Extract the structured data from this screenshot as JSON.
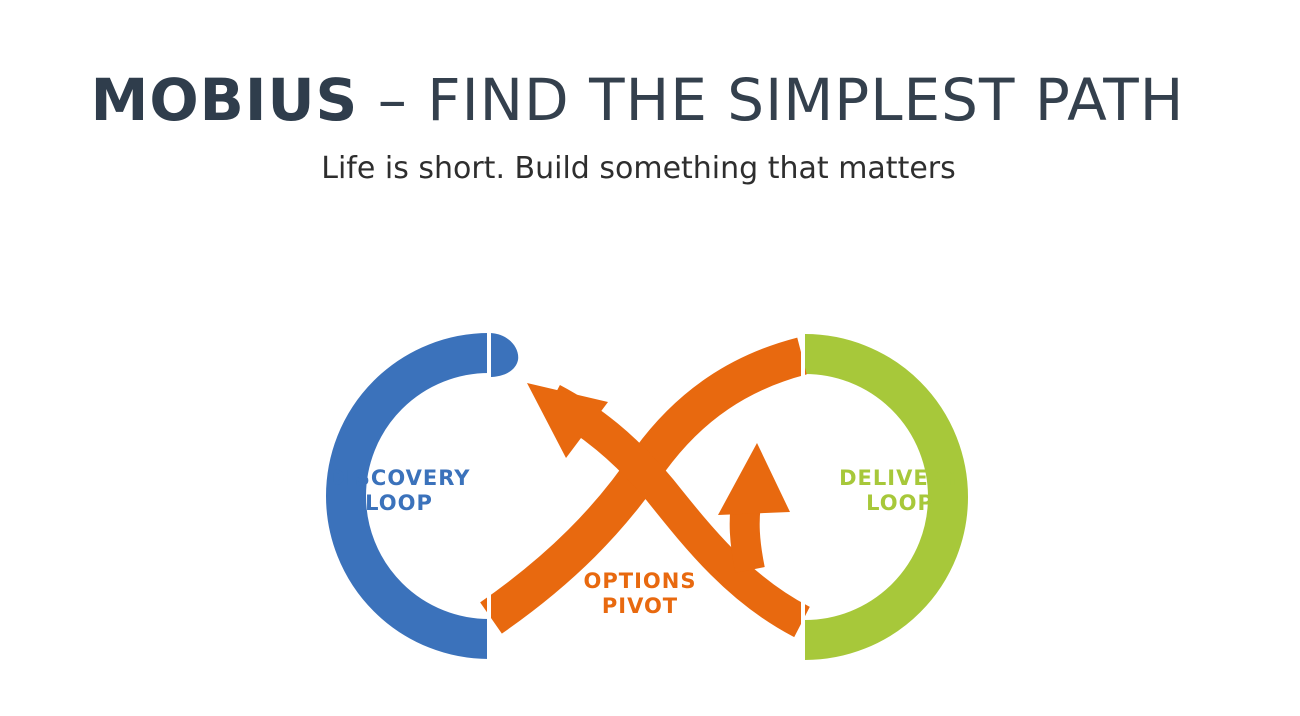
{
  "header": {
    "title_bold": "MOBIUS",
    "title_rest": " – FIND THE SIMPLEST PATH",
    "subtitle": "Life is short. Build something that matters"
  },
  "diagram": {
    "discovery": {
      "line1": "DISCOVERY",
      "line2": "LOOP",
      "color": "#3b72bb"
    },
    "delivery": {
      "line1": "DELIVERY",
      "line2": "LOOP",
      "color": "#a7c83a"
    },
    "options": {
      "line1": "OPTIONS",
      "line2": "PIVOT",
      "color": "#e8690f"
    }
  }
}
